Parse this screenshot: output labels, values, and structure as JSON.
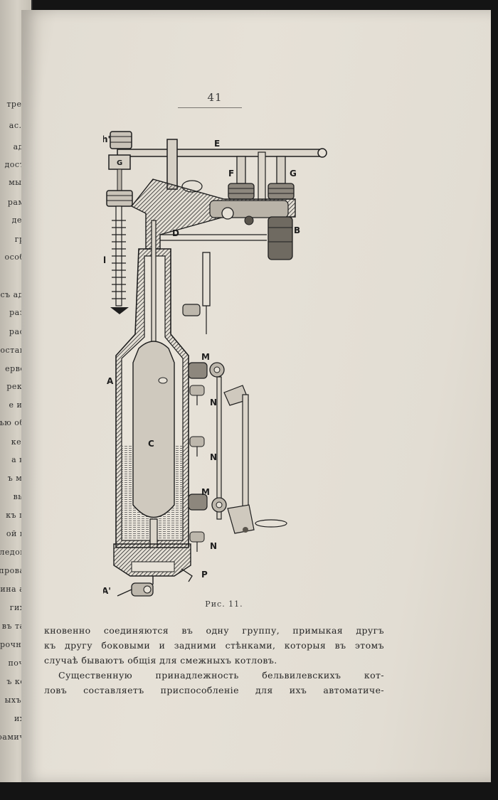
{
  "page_number": "41",
  "caption": "Рис. 11.",
  "figure_labels": {
    "h_prime": "h'",
    "G_small": "G",
    "E": "E",
    "F": "F",
    "G": "G",
    "h": "h",
    "D": "D",
    "B": "B",
    "l": "l",
    "M1": "M",
    "A": "A",
    "N1": "N",
    "C": "C",
    "N2": "N",
    "M2": "M",
    "N3": "N",
    "P": "P",
    "A_prime": "A'"
  },
  "paragraph1_lines": [
    "кновенно соединяются въ одну группу, примыкая другъ",
    "къ другу боковыми и задними стѣнками, которыя въ этомъ",
    "случаѣ бываютъ общія для смежныхъ котловъ."
  ],
  "paragraph2_lines": [
    "Существенную принадлежность бельвилевскихъ кот-",
    "ловъ составляетъ приспособленіе для ихъ автоматиче-"
  ],
  "left_page_fragments": [
    "тре р",
    "ас. 1",
    "адм",
    "дости",
    "мы ъ",
    "рамъ",
    "де о",
    "гря",
    "особл",
    "ъ",
    "съ адм",
    "разн",
    "расп",
    "оставл",
    "ервет",
    "рекщ",
    "е и с",
    "ью обя",
    "ке и",
    "а къ",
    "ъ м с",
    "выл",
    "къ пе",
    "ой вя",
    "ледова",
    "провал",
    "ина ан",
    "гихъ",
    "въ так",
    "прочн ч",
    "почи",
    "ъ кот",
    "ыхъ Ь",
    "ихъ",
    "ктоамиче"
  ]
}
